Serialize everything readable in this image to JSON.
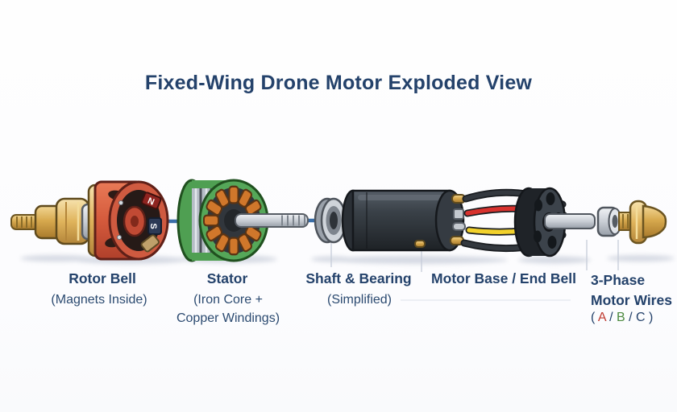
{
  "title": "Fixed-Wing Drone Motor Exploded View",
  "labels": {
    "rotor_bell": {
      "title": "Rotor Bell",
      "subtitle": "(Magnets Inside)"
    },
    "stator": {
      "title": "Stator",
      "subtitle_line1": "(Iron Core +",
      "subtitle_line2": "Copper Windings)"
    },
    "shaft_bearing": {
      "title": "Shaft & Bearing",
      "subtitle": "(Simplified)"
    },
    "motor_base": {
      "title": "Motor Base / End Bell"
    },
    "wires": {
      "title_line1": "3-Phase",
      "title_line2": "Motor Wires",
      "phase_open": "( ",
      "phase_a": "A",
      "phase_sep": " / ",
      "phase_b": "B",
      "phase_c": "C",
      "phase_close": " )"
    }
  },
  "magnets": {
    "north": "N",
    "south": "S"
  },
  "colors": {
    "heading_navy": "#24426b",
    "phase_a_red": "#bf3a30",
    "phase_b_green": "#4c8a3f",
    "phase_c_navy": "#24426b",
    "rotor_bell_red": "#cf5a40",
    "brass_gold": "#d7a94e",
    "stator_green": "#55a759",
    "copper_winding": "#d0772b",
    "steel_silver": "#c9ced5",
    "housing_dark": "#32383f",
    "wire_red": "#d8322e",
    "wire_yellow": "#f2d12c",
    "wire_black": "#2c3136",
    "axis_blue": "#3a6ea8",
    "divider_line": "#bcc6de"
  }
}
